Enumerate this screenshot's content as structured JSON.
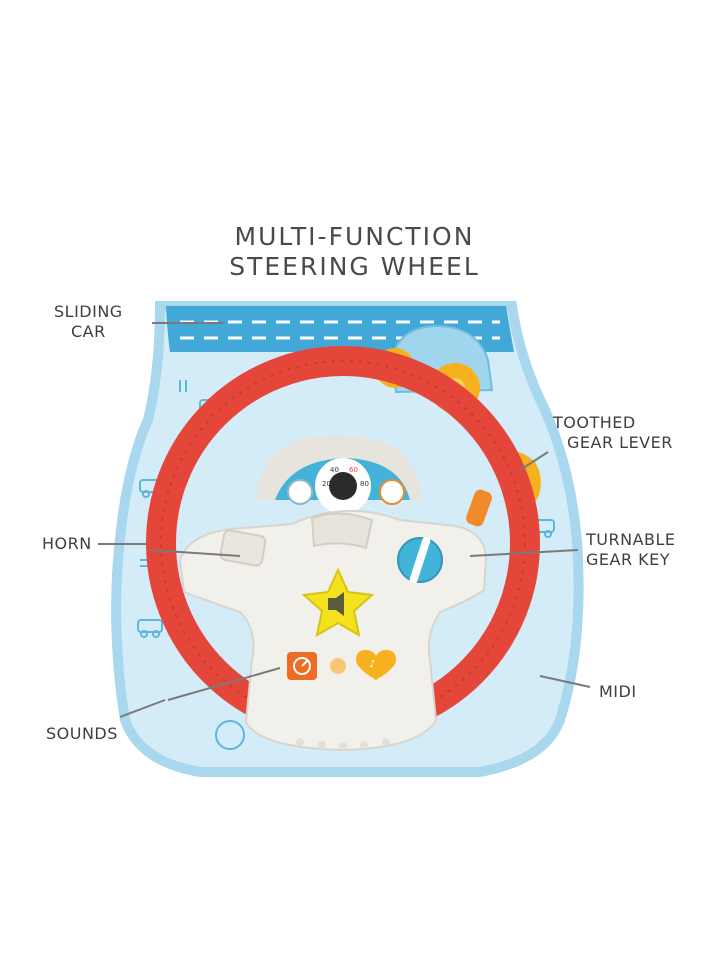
{
  "title": {
    "line1": "MULTI-FUNCTION",
    "line2": "STEERING WHEEL"
  },
  "callouts": {
    "sliding_car": {
      "line1": "SLIDING",
      "line2": "CAR"
    },
    "toothed_gear_lever": {
      "line1": "TOOTHED",
      "line2": "GEAR LEVER"
    },
    "horn": {
      "line1": "HORN"
    },
    "turnable_gear_key": {
      "line1": "TURNABLE",
      "line2": "GEAR KEY"
    },
    "midi": {
      "line1": "MIDI"
    },
    "sounds": {
      "line1": "SOUNDS"
    }
  },
  "dashboard": {
    "gauge_numbers": [
      "20",
      "40",
      "60",
      "80"
    ]
  },
  "colors": {
    "wheel_red": "#e5463a",
    "hub_white": "#f2f0ea",
    "mat_blue": "#a9d8ee",
    "road_blue": "#41a8d8",
    "star_yellow": "#f4e21f",
    "car_yellow": "#f6b21e",
    "orange_button": "#ee6c24"
  }
}
